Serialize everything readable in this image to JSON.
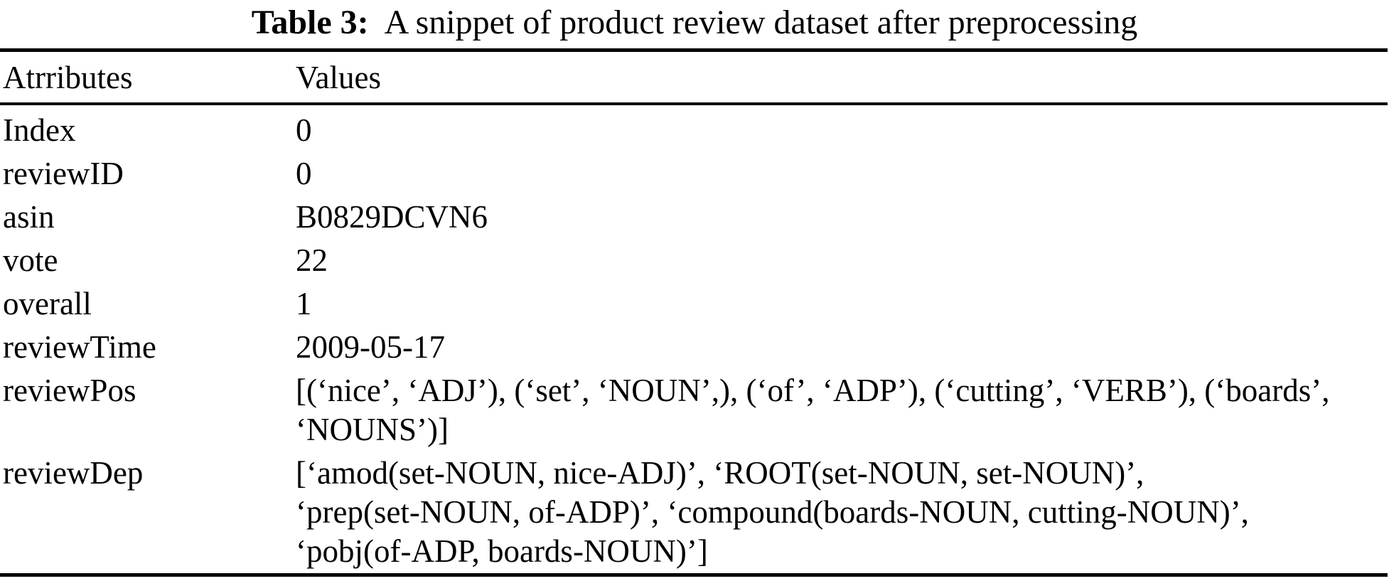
{
  "caption": {
    "label": "Table 3:",
    "text": "A snippet of product review dataset after preprocessing"
  },
  "table": {
    "columns": [
      "Atrributes",
      "Values"
    ],
    "rows": [
      {
        "attribute": "Index",
        "value": "0"
      },
      {
        "attribute": "reviewID",
        "value": "0"
      },
      {
        "attribute": "asin",
        "value": "B0829DCVN6"
      },
      {
        "attribute": "vote",
        "value": "22"
      },
      {
        "attribute": "overall",
        "value": "1"
      },
      {
        "attribute": "reviewTime",
        "value": "2009-05-17"
      },
      {
        "attribute": "reviewPos",
        "value": "[(‘nice’, ‘ADJ’), (‘set’, ‘NOUN’,), (‘of’, ‘ADP’), (‘cutting’, ‘VERB’), (‘boards’,\n‘NOUNS’)]"
      },
      {
        "attribute": "reviewDep",
        "value": "[‘amod(set-NOUN, nice-ADJ)’, ‘ROOT(set-NOUN, set-NOUN)’,\n‘prep(set-NOUN, of-ADP)’, ‘compound(boards-NOUN, cutting-NOUN)’,\n‘pobj(of-ADP, boards-NOUN)’]"
      }
    ]
  },
  "colors": {
    "text": "#000000",
    "background": "#ffffff",
    "rule": "#000000"
  }
}
